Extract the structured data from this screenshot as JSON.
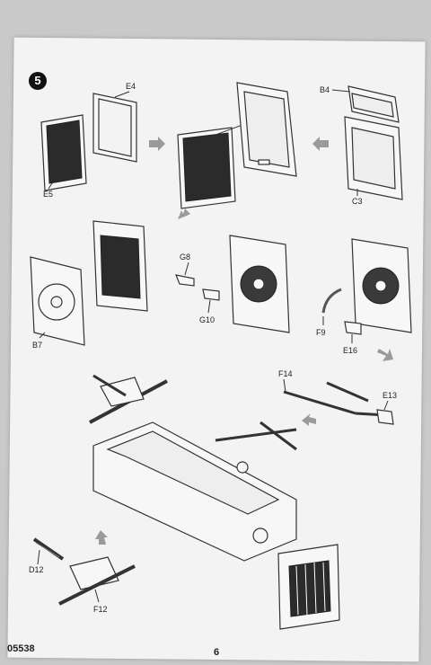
{
  "step": {
    "number": "5"
  },
  "part_labels": {
    "E4": "E4",
    "E5": "E5",
    "B4": "B4",
    "C3": "C3",
    "B7": "B7",
    "G8": "G8",
    "G10": "G10",
    "F9": "F9",
    "E16": "E16",
    "F14": "F14",
    "E13": "E13",
    "D12": "D12",
    "F12": "F12"
  },
  "footer": {
    "product_code": "05538",
    "page_number": "6"
  },
  "colors": {
    "paper": "#f3f3f3",
    "background": "#c9c9c9",
    "ink": "#333333",
    "grille": "#2b2b2b",
    "arrow": "#9a9a9a"
  }
}
